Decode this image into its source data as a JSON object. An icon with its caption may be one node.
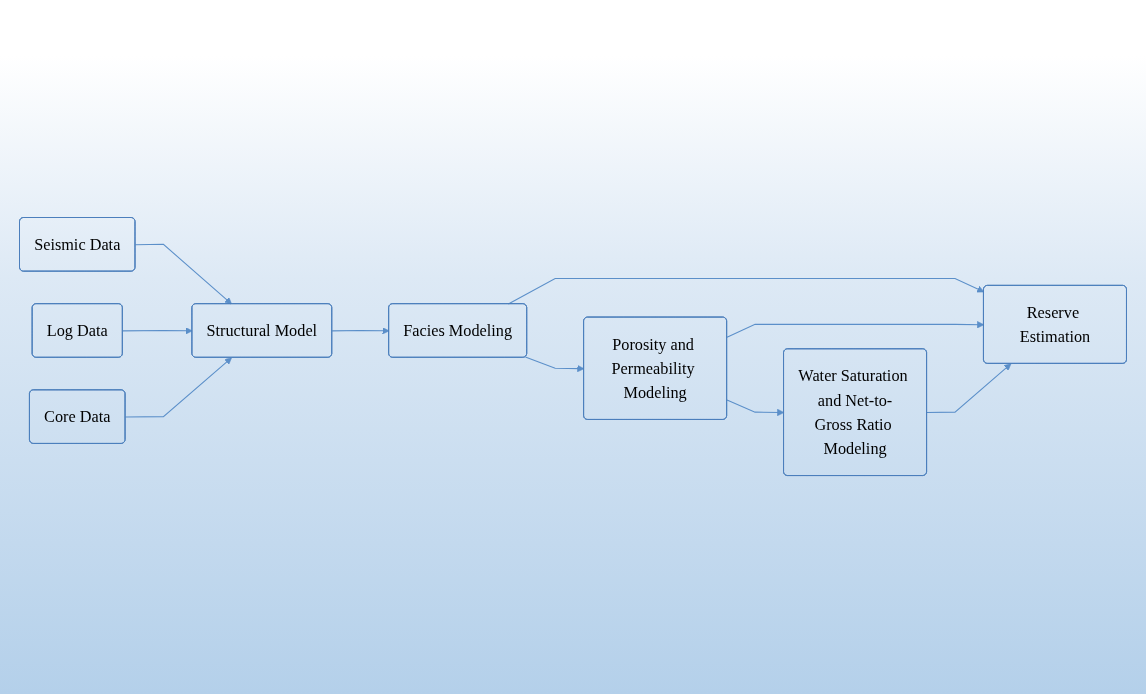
{
  "diagram": {
    "nodes": [
      {
        "text": [
          "Seismic Data"
        ]
      },
      {
        "text": [
          "Log Data"
        ]
      },
      {
        "text": [
          "Core Data"
        ]
      },
      {
        "text": [
          "Structural Model"
        ]
      },
      {
        "text": [
          "Facies Modeling"
        ]
      },
      {
        "text": [
          "Porosity and Permeability Modeling"
        ]
      },
      {
        "text": [
          "Water Saturation and Net-to-Gross Ratio Modeling"
        ]
      },
      {
        "text": [
          "Reserve Estimation"
        ]
      }
    ],
    "edges": [
      {
        "from": 0,
        "to": 3,
        "arrow": "to"
      },
      {
        "from": 1,
        "to": 3,
        "arrow": "to"
      },
      {
        "from": 2,
        "to": 3,
        "arrow": "to"
      },
      {
        "from": 3,
        "to": 4,
        "arrow": "to"
      },
      {
        "from": 4,
        "to": 5,
        "arrow": "to"
      },
      {
        "from": 5,
        "to": 6,
        "arrow": "to"
      },
      {
        "from": 4,
        "to": 7,
        "arrow": "to"
      },
      {
        "from": 5,
        "to": 7,
        "arrow": "to"
      },
      {
        "from": 6,
        "to": 7,
        "arrow": "to"
      }
    ]
  }
}
